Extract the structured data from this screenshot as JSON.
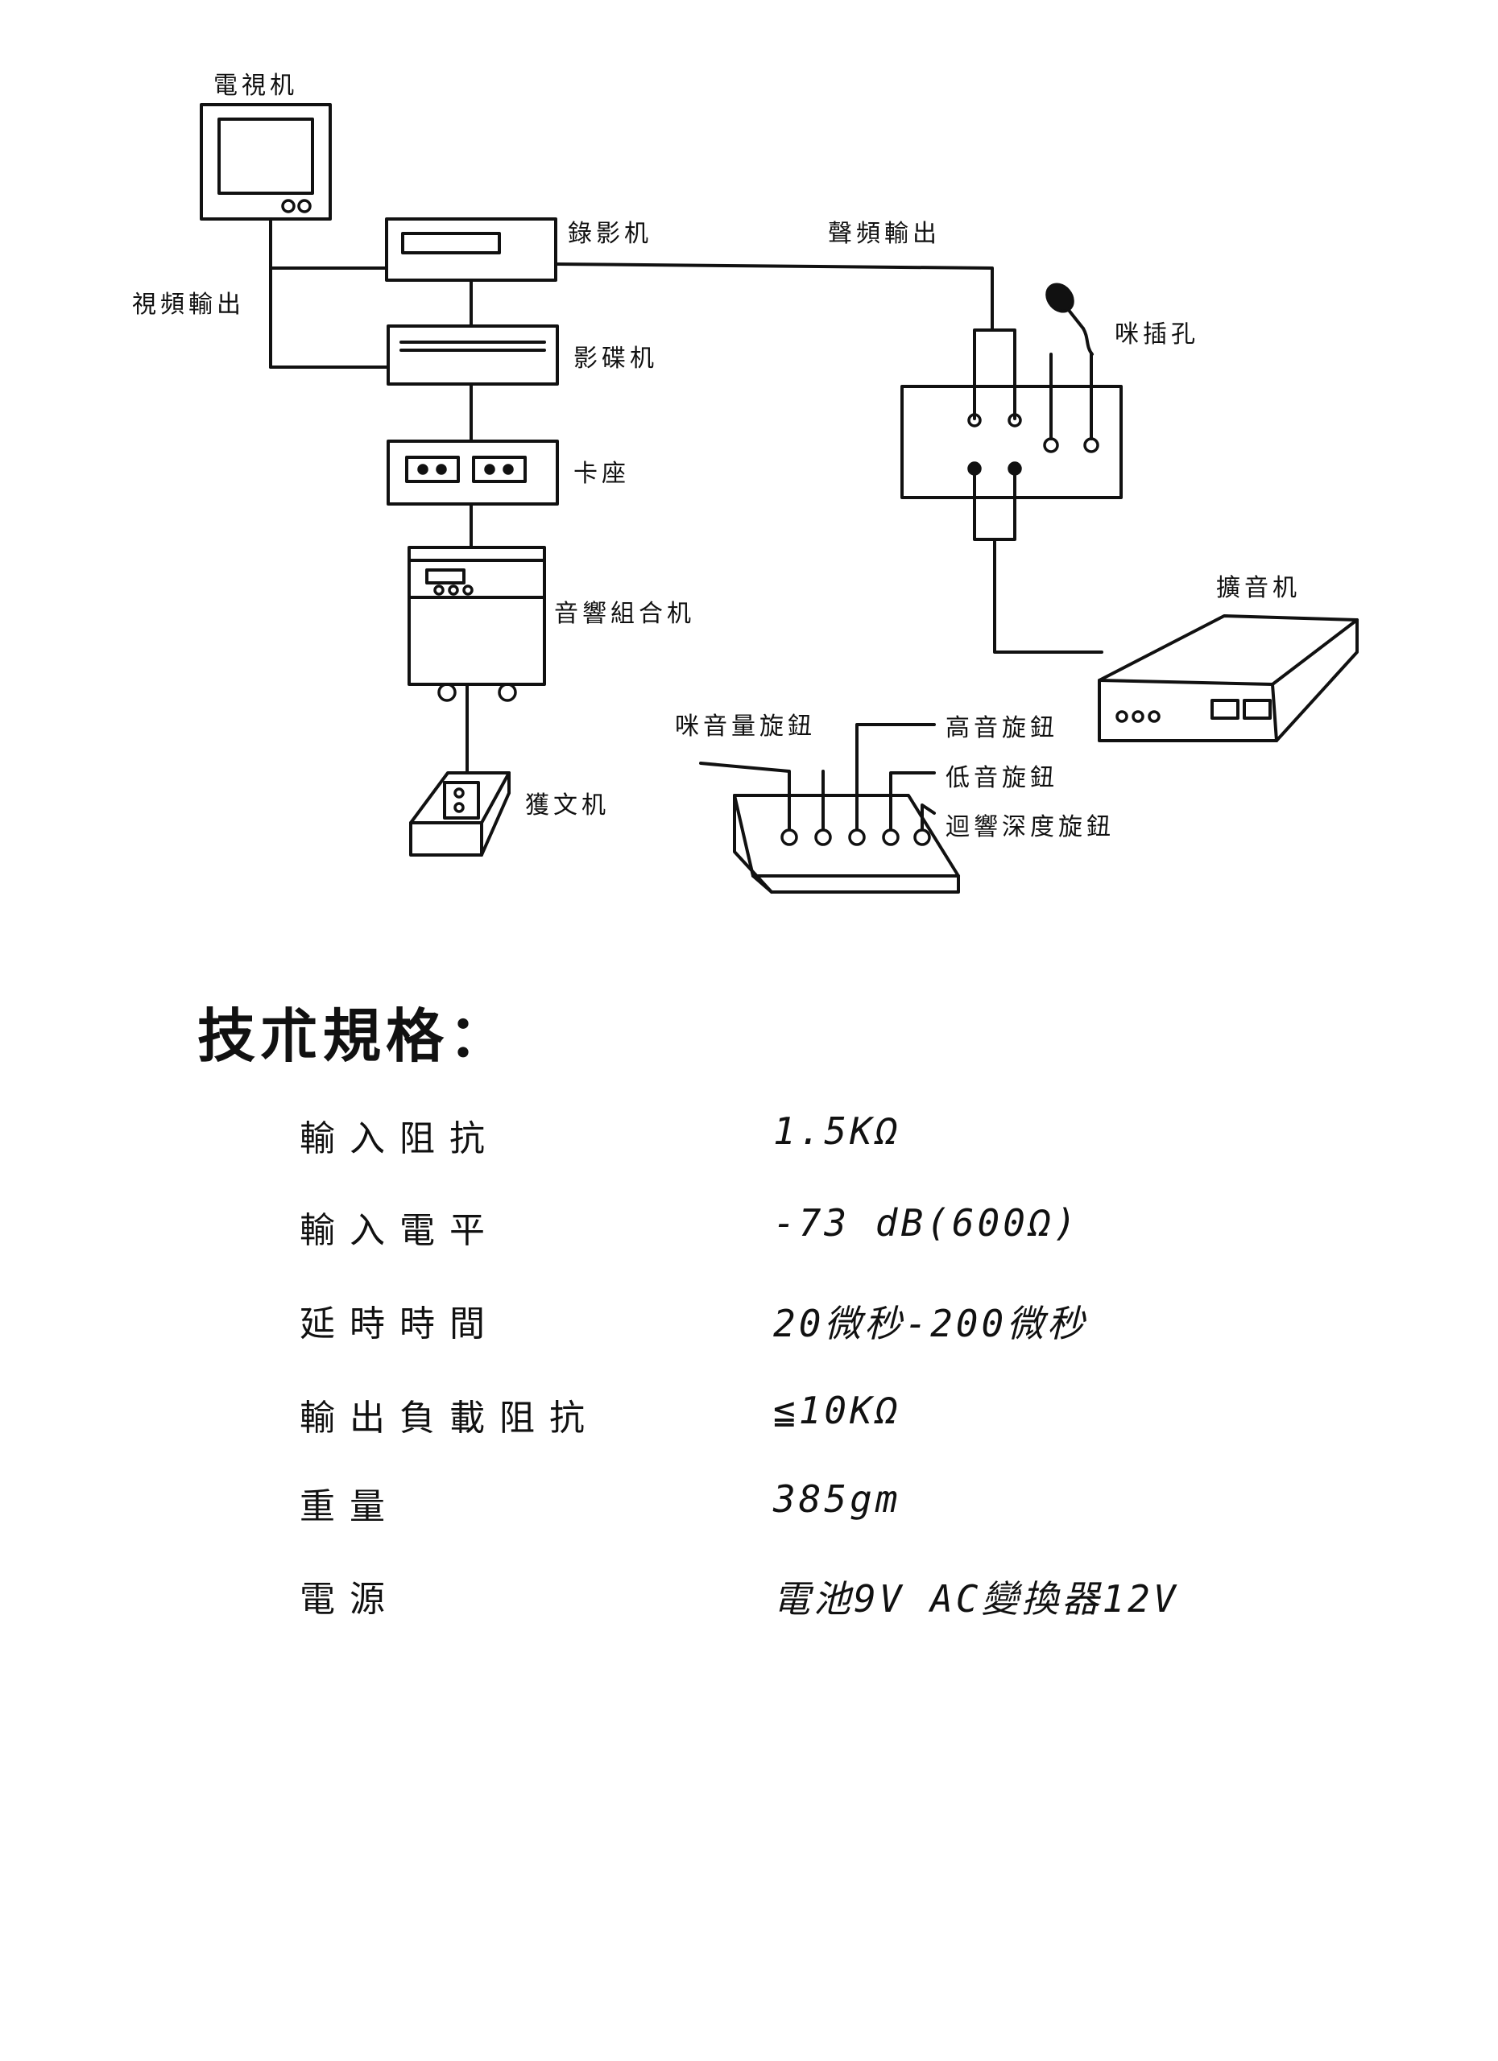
{
  "diagram": {
    "labels": {
      "tv": "電視机",
      "vcr": "錄影机",
      "audio_out": "聲頻輸出",
      "video_out": "視頻輸出",
      "mic_jack": "咪插孔",
      "ld_player": "影碟机",
      "cassette": "卡座",
      "hifi": "音響組合机",
      "amplifier": "擴音机",
      "mic_volume_knob": "咪音量旋鈕",
      "treble_knob": "高音旋鈕",
      "bass_knob": "低音旋鈕",
      "echo_depth_knob": "迴響深度旋鈕",
      "fax": "獲文机"
    }
  },
  "specs": {
    "title": "技朮規格：",
    "rows": [
      {
        "label": "輸入阻抗",
        "value": "1.5KΩ"
      },
      {
        "label": "輸入電平",
        "value": "-73 dB(600Ω)"
      },
      {
        "label": "延時時間",
        "value": "20微秒-200微秒"
      },
      {
        "label": "輸出負載阻抗",
        "value": "≦10KΩ"
      },
      {
        "label": "重量",
        "value": "385gm"
      },
      {
        "label": "電源",
        "value": "電池9V  AC變換器12V"
      }
    ]
  }
}
